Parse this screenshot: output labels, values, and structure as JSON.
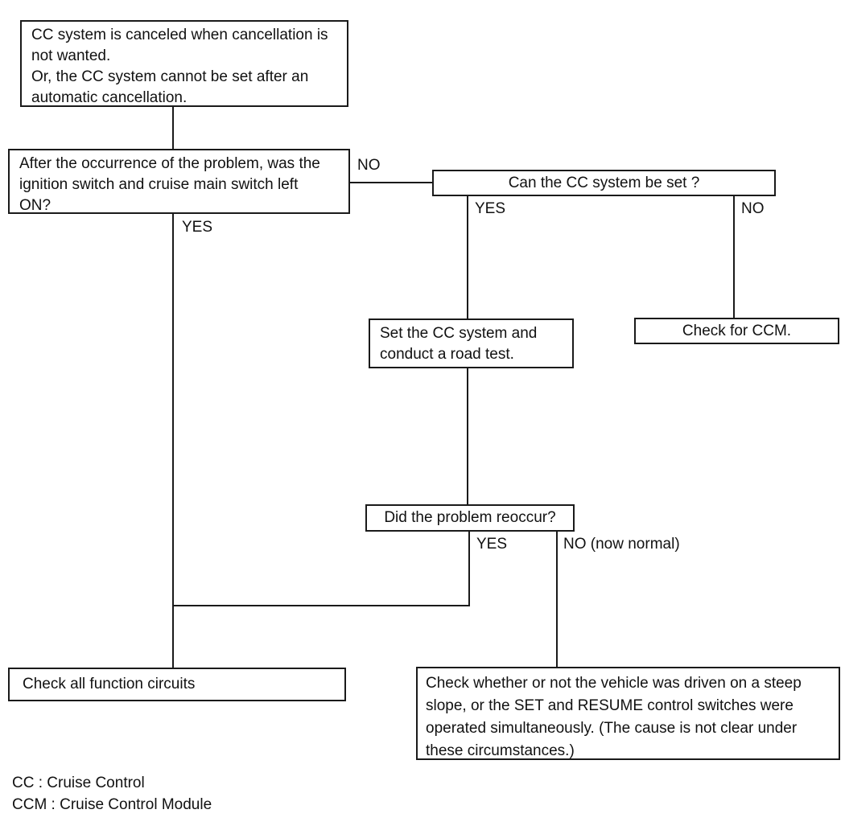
{
  "colors": {
    "line": "#1a1a1a",
    "text": "#111111",
    "background": "#ffffff"
  },
  "flowchart": {
    "nodes": {
      "problem": {
        "text": "CC system is canceled when cancellation is\nnot wanted.\nOr, the CC system cannot be set after an\nautomatic cancellation."
      },
      "ignition_question": {
        "text": "After the occurrence of the problem, was the\nignition switch and cruise main switch left\nON?"
      },
      "can_set_question": {
        "text": "Can the CC system be set ?"
      },
      "road_test": {
        "text": "Set the CC system and\nconduct a road test."
      },
      "check_ccm": {
        "text": "Check for CCM."
      },
      "reoccur_question": {
        "text": "Did the problem reoccur?"
      },
      "check_circuits": {
        "text": "Check all function circuits"
      },
      "steep_slope": {
        "text": "Check whether or not the vehicle was driven on a steep\nslope, or the SET and RESUME control switches were\noperated simultaneously. (The cause is not clear under\nthese circumstances.)"
      }
    },
    "branch_labels": {
      "ignition_no": "NO",
      "ignition_yes": "YES",
      "can_set_yes": "YES",
      "can_set_no": "NO",
      "reoccur_yes": "YES",
      "reoccur_no": "NO (now normal)"
    },
    "legend": {
      "line1": "CC : Cruise Control",
      "line2": "CCM : Cruise Control Module"
    }
  }
}
